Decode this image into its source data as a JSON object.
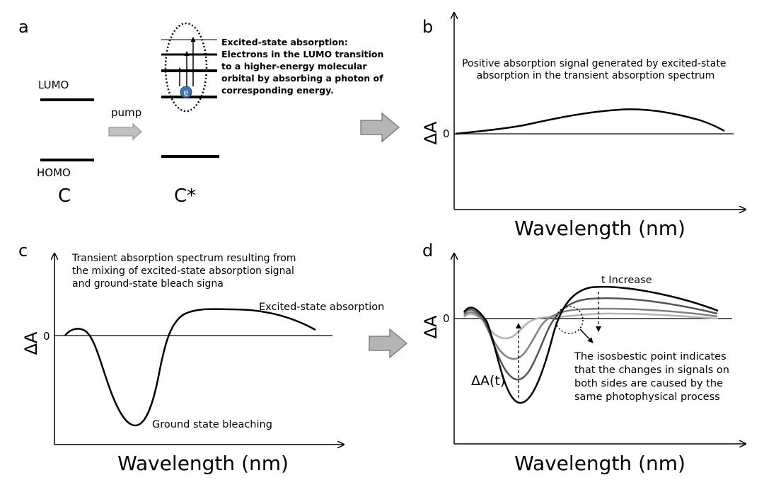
{
  "panels": {
    "a": {
      "label": "a",
      "lumo": "LUMO",
      "homo": "HOMO",
      "pump": "pump",
      "ground": "C",
      "excited": "C*",
      "electron": "e",
      "caption": [
        "Excited-state absorption:",
        "Electrons in the LUMO transition",
        "to a higher-energy molecular",
        "orbital by absorbing a photon of",
        "corresponding energy."
      ]
    },
    "b": {
      "label": "b",
      "caption": [
        "Positive absorption signal generated by excited-state",
        "absorption in the transient absorption spectrum"
      ],
      "ylabel": "ΔA",
      "zero": "0",
      "xlabel": "Wavelength (nm)"
    },
    "c": {
      "label": "c",
      "caption": [
        "Transient absorption spectrum resulting from",
        "the mixing of excited-state absorption signal",
        "and ground-state bleach signa"
      ],
      "ylabel": "ΔA",
      "zero": "0",
      "xlabel": "Wavelength (nm)",
      "esa": "Excited-state absorption",
      "gsb": "Ground state bleaching"
    },
    "d": {
      "label": "d",
      "ylabel": "ΔA",
      "zero": "0",
      "xlabel": "Wavelength (nm)",
      "increase": "t  Increase",
      "dat": "ΔA(t)",
      "isosbestic": [
        "The isosbestic point indicates",
        "that the changes in signals on",
        "both sides are caused by the",
        "same photophysical process"
      ],
      "series_colors": [
        "#000000",
        "#555555",
        "#808080",
        "#b4b4b4"
      ]
    }
  }
}
